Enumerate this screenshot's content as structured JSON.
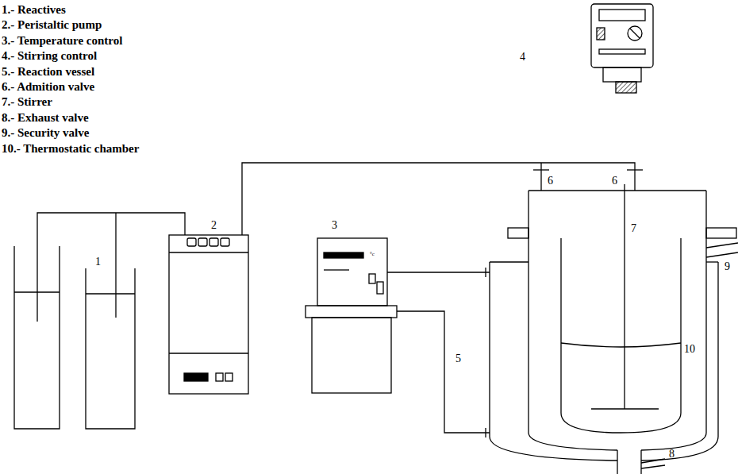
{
  "diagram": {
    "labels": [
      "1.- Reactives",
      "2.- Peristaltic pump",
      "3.- Temperature control",
      "4.- Stirring control",
      "5.- Reaction vessel",
      "6.- Admition valve",
      "7.- Stirrer",
      "8.- Exhaust valve",
      "9.- Security valve",
      "10.- Thermostatic chamber",
      "4",
      "2",
      "1",
      "3",
      "5",
      "6",
      "6",
      "7",
      "9",
      "10",
      "8",
      "°c"
    ]
  }
}
